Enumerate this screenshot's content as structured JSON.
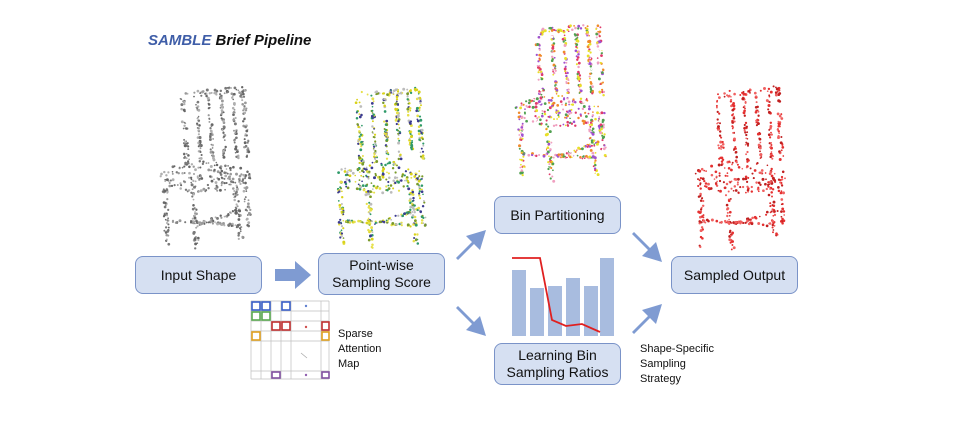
{
  "title": {
    "brand": "SAMBLE",
    "rest": " Brief Pipeline"
  },
  "boxes": {
    "input_shape": "Input Shape",
    "pointwise_line1": "Point-wise",
    "pointwise_line2": "Sampling Score",
    "bin_partitioning": "Bin Partitioning",
    "learning_line1": "Learning Bin",
    "learning_line2": "Sampling Ratios",
    "sampled_output": "Sampled Output"
  },
  "notes": {
    "attention": [
      "Sparse",
      "Attention",
      "Map"
    ],
    "strategy": [
      "Shape-Specific",
      "Sampling",
      "Strategy"
    ]
  },
  "colors": {
    "box_fill": "#d6e0f2",
    "box_border": "#7a93c8",
    "arrow": "#7f9bd2",
    "bars": "#a8bcdf",
    "ratio_line": "#e02020",
    "input_points": "#8a8a8a",
    "output_points": "#e53030"
  }
}
